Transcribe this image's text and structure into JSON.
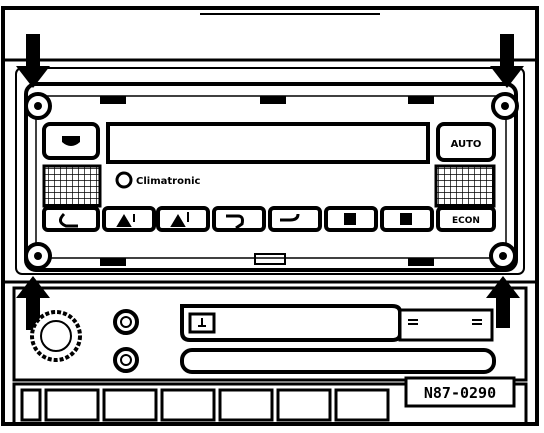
{
  "figure": {
    "ref_number": "N87-0290",
    "panel": {
      "brand_label": "Climatronic",
      "auto_label": "AUTO",
      "econ_label": "ECON"
    },
    "radio": {
      "slot_left_label": "",
      "slot_right_label_a": "",
      "slot_right_label_b": ""
    }
  },
  "colors": {
    "ink": "#000000",
    "paper": "#ffffff"
  }
}
